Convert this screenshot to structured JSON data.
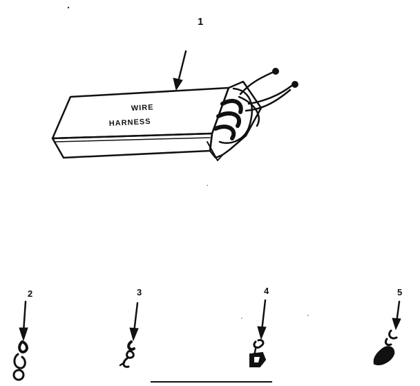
{
  "diagram": {
    "harness": {
      "callout": "1",
      "label_line1": "WIRE",
      "label_line2": "HARNESS"
    },
    "terminals": [
      {
        "callout": "2",
        "name": "ring-terminal"
      },
      {
        "callout": "3",
        "name": "hook-terminal"
      },
      {
        "callout": "4",
        "name": "spade-terminal"
      },
      {
        "callout": "5",
        "name": "flag-terminal"
      }
    ],
    "colors": {
      "ink": "#111111",
      "paper": "#ffffff"
    }
  }
}
